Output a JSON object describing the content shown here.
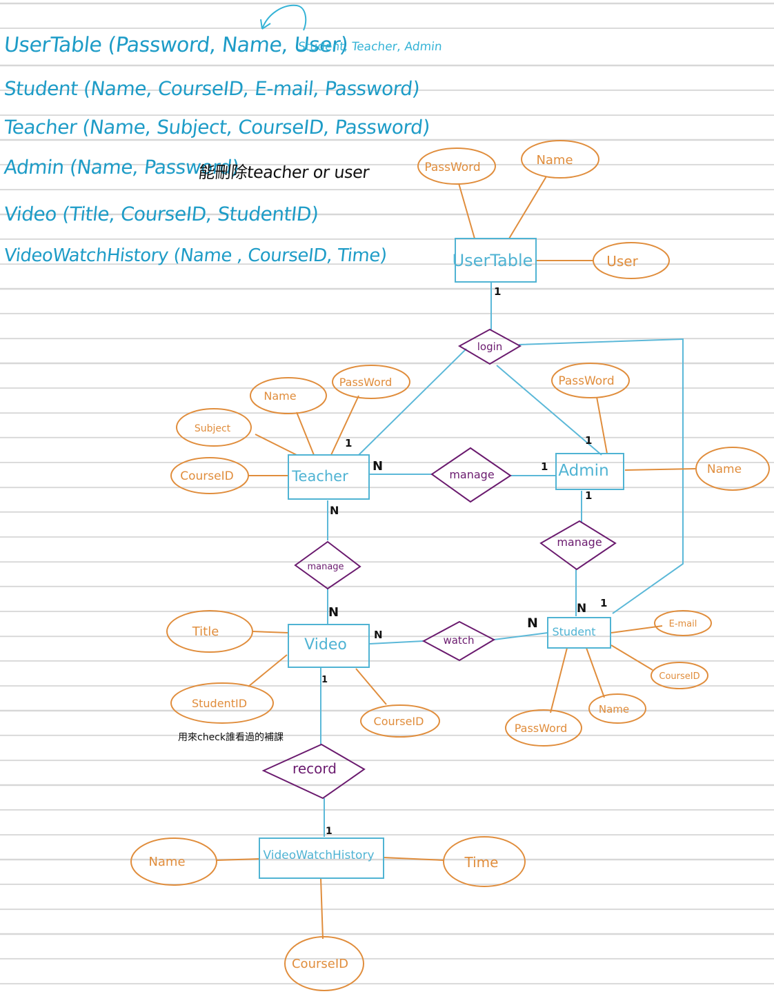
{
  "colors": {
    "entity": "#4fb3d3",
    "attribute": "#e08d3c",
    "relationship": "#6a1a6e",
    "schema_text": "#1e9cc7",
    "ruled_line": "#d7d7d7"
  },
  "schema": {
    "usertable": "UserTable (Password, Name, User)",
    "usertable_roles": "Student, Teacher, Admin",
    "student": "Student (Name, CourseID, E-mail, Password)",
    "teacher": "Teacher (Name, Subject, CourseID, Password)",
    "admin": "Admin (Name, Password)",
    "admin_note": "能刪除teacher or user",
    "video": "Video (Title, CourseID, StudentID)",
    "watch_history": "VideoWatchHistory (Name , CourseID, Time)"
  },
  "entities": {
    "usertable": "UserTable",
    "teacher": "Teacher",
    "admin": "Admin",
    "video": "Video",
    "student": "Student",
    "watch_history": "VideoWatchHistory"
  },
  "relationships": {
    "login": "login",
    "manage_teacher_admin": "manage",
    "manage_admin_student": "manage",
    "manage_teacher_video": "manage",
    "watch": "watch",
    "record": "record"
  },
  "attributes": {
    "usertable_password": "PassWord",
    "usertable_name": "Name",
    "usertable_user": "User",
    "teacher_subject": "Subject",
    "teacher_name": "Name",
    "teacher_password": "PassWord",
    "teacher_courseid": "CourseID",
    "admin_password": "PassWord",
    "admin_name": "Name",
    "video_title": "Title",
    "video_studentid": "StudentID",
    "video_courseid": "CourseID",
    "student_email": "E-mail",
    "student_courseid": "CourseID",
    "student_name": "Name",
    "student_password": "PassWord",
    "history_name": "Name",
    "history_time": "Time",
    "history_courseid": "CourseID"
  },
  "notes": {
    "studentid_note": "用來check誰看過的補課"
  },
  "cardinalities": {
    "usertable_login": "1",
    "teacher_login": "1",
    "admin_login": "1",
    "student_login": "1",
    "teacher_manage_admin": "N",
    "admin_manage_teacher": "1",
    "admin_manage_student": "1",
    "student_manage_admin": "N",
    "teacher_manage_video": "N",
    "video_manage_teacher": "N",
    "video_watch": "N",
    "student_watch": "N",
    "video_record": "1",
    "history_record": "1"
  }
}
